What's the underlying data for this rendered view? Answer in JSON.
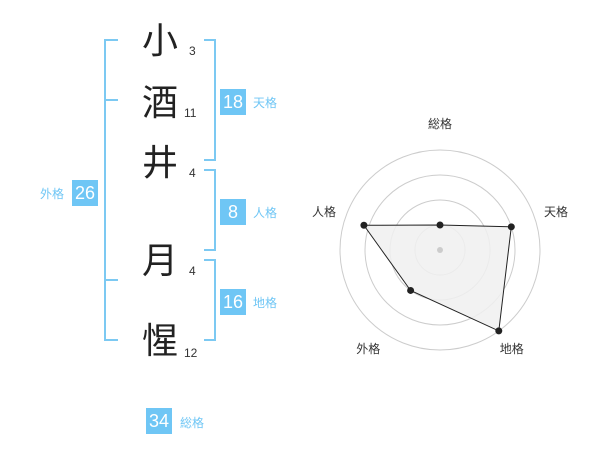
{
  "name": {
    "chars": [
      {
        "char": "小",
        "strokes": "3"
      },
      {
        "char": "酒",
        "strokes": "11"
      },
      {
        "char": "井",
        "strokes": "4"
      },
      {
        "char": "月",
        "strokes": "4"
      },
      {
        "char": "惺",
        "strokes": "12"
      }
    ]
  },
  "kaku": {
    "ten": {
      "value": "18",
      "label": "天格"
    },
    "jin": {
      "value": "8",
      "label": "人格"
    },
    "chi": {
      "value": "16",
      "label": "地格"
    },
    "gai": {
      "value": "26",
      "label": "外格"
    },
    "sou": {
      "value": "34",
      "label": "総格"
    }
  },
  "colors": {
    "accent": "#6fc6f5",
    "bracket": "#7cc9f2",
    "ring": "#cccccc",
    "fill": "#f0f0f0"
  },
  "chart_data": {
    "type": "radar",
    "axes": [
      "総格",
      "天格",
      "地格",
      "外格",
      "人格"
    ],
    "values": [
      0.25,
      0.75,
      1.0,
      0.5,
      0.8
    ],
    "scale_rings": 4,
    "max": 1.0
  }
}
